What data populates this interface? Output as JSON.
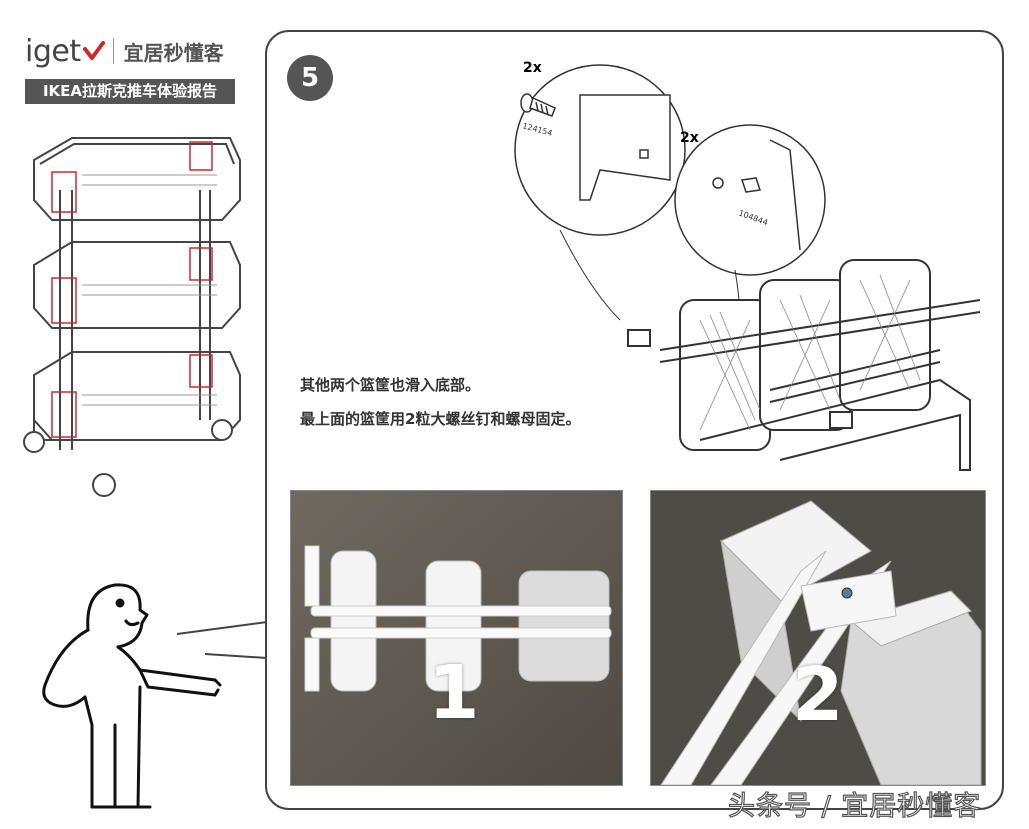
{
  "header": {
    "logo_word": "iget",
    "logo_cn": "宜居秒懂客",
    "subtitle": "IKEA拉斯克推车体验报告"
  },
  "step": {
    "number": "5"
  },
  "diagram": {
    "screw_qty": "2x",
    "screw_code": "124154",
    "nut_qty": "2x",
    "nut_code": "104844"
  },
  "instructions": [
    "其他两个篮筐也滑入底部。",
    "最上面的篮筐用2粒大螺丝钉和螺母固定。"
  ],
  "photos": [
    {
      "number": "1"
    },
    {
      "number": "2"
    }
  ],
  "watermark": "头条号 / 宜居秒懂客",
  "colors": {
    "accent_red": "#cc2a2a",
    "label_bg": "#555555",
    "line": "#444444"
  }
}
